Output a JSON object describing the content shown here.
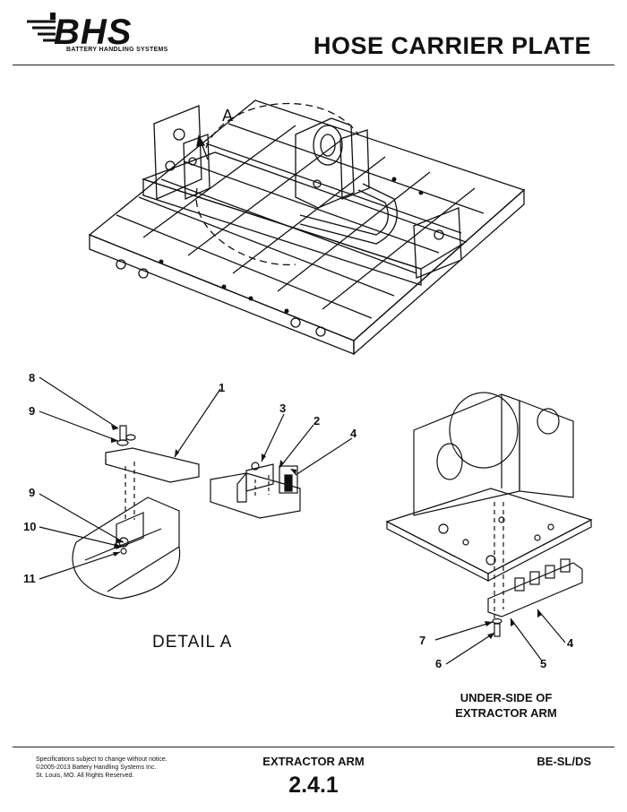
{
  "header": {
    "logo_text": "BHS",
    "logo_subtitle": "BATTERY HANDLING SYSTEMS",
    "title": "HOSE CARRIER PLATE"
  },
  "main_view": {
    "view_letter": "A"
  },
  "detail": {
    "label": "DETAIL  A",
    "callouts": [
      "8",
      "9",
      "1",
      "3",
      "2",
      "4",
      "9",
      "10",
      "11"
    ]
  },
  "underside": {
    "caption_line1": "UNDER-SIDE OF",
    "caption_line2": "EXTRACTOR ARM",
    "callouts": [
      "7",
      "6",
      "5",
      "4"
    ]
  },
  "footer": {
    "legal_line1": "Specifications subject to change without notice.",
    "legal_line2": "©2005-2013 Battery Handling Systems Inc.",
    "legal_line3": "St. Louis, MO.  All Rights Reserved.",
    "section": "EXTRACTOR ARM",
    "number": "2.4.1",
    "model": "BE-SL/DS"
  }
}
